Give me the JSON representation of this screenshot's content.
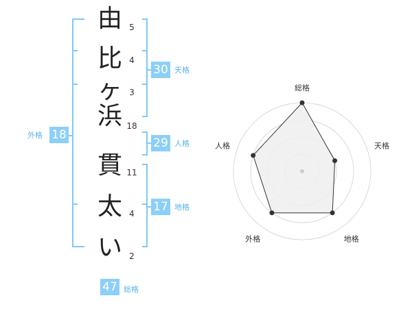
{
  "colors": {
    "bracket": "#7fc8f5",
    "box": "#8ccff7",
    "label": "#5ab4ea",
    "text": "#222222"
  },
  "characters": [
    {
      "char": "由",
      "strokes": "5"
    },
    {
      "char": "比",
      "strokes": "4"
    },
    {
      "char": "ヶ",
      "strokes": "3"
    },
    {
      "char": "浜",
      "strokes": "18"
    },
    {
      "char": "貫",
      "strokes": "11"
    },
    {
      "char": "太",
      "strokes": "4"
    },
    {
      "char": "い",
      "strokes": "2"
    }
  ],
  "kaku": {
    "ten": {
      "value": "30",
      "label": "天格"
    },
    "jin": {
      "value": "29",
      "label": "人格"
    },
    "chi": {
      "value": "17",
      "label": "地格"
    },
    "gai": {
      "value": "18",
      "label": "外格"
    },
    "sou": {
      "value": "47",
      "label": "総格"
    }
  },
  "chart_data": {
    "type": "radar",
    "axes": [
      "総格",
      "天格",
      "地格",
      "外格",
      "人格"
    ],
    "values": [
      4,
      2,
      3,
      3,
      3
    ],
    "max": 4,
    "rings": 4,
    "fill": "#eeeeee",
    "line": "#333333"
  }
}
